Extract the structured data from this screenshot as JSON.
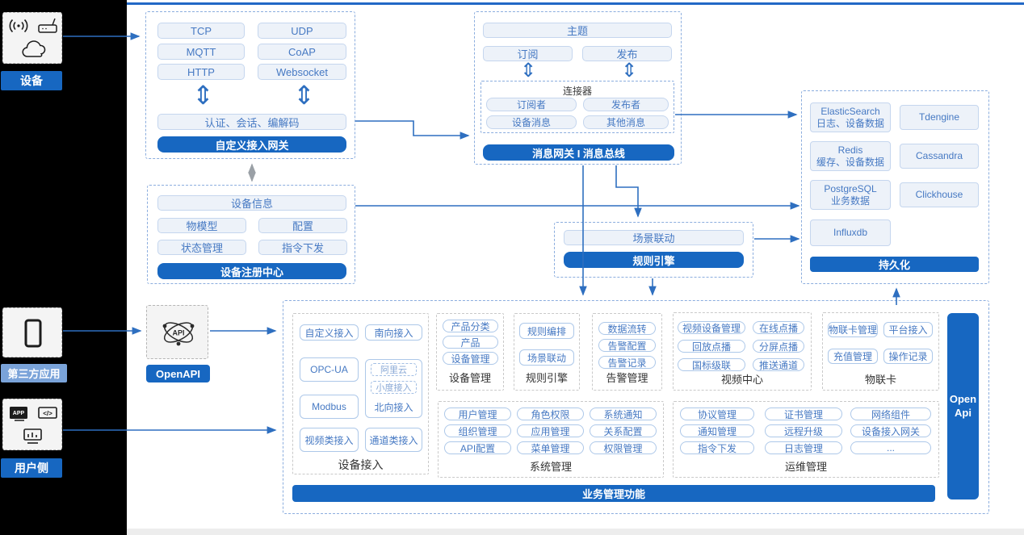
{
  "colors": {
    "accent_blue": "#1767c1",
    "light_badge_blue": "#7aa3d9",
    "arrow_blue": "#2e6fc0",
    "button_text_blue": "#4679c3",
    "dashed_blue": "#8badde"
  },
  "left_rail": {
    "device": "设备",
    "third_party": "第三方应用",
    "user": "用户侧"
  },
  "openapi_label": "OpenAPI",
  "gateway": {
    "protocols": [
      "TCP",
      "UDP",
      "MQTT",
      "CoAP",
      "HTTP",
      "Websocket"
    ],
    "codec": "认证、会话、编解码",
    "title": "自定义接入网关"
  },
  "msgbus": {
    "topic": "主题",
    "subscribe": "订阅",
    "publish": "发布",
    "connector_title": "连接器",
    "connector_items": [
      "订阅者",
      "发布者",
      "设备消息",
      "其他消息"
    ],
    "title": "消息网关 I 消息总线"
  },
  "registry": {
    "device_info": "设备信息",
    "items": [
      "物模型",
      "配置",
      "状态管理",
      "指令下发"
    ],
    "title": "设备注册中心"
  },
  "rule_engine_mid": {
    "scene": "场景联动",
    "title": "规则引擎"
  },
  "persistence": {
    "stores": [
      {
        "name": "ElasticSearch",
        "desc": "日志、设备数据"
      },
      {
        "name": "Tdengine",
        "desc": ""
      },
      {
        "name": "Redis",
        "desc": "缓存、设备数据"
      },
      {
        "name": "Cassandra",
        "desc": ""
      },
      {
        "name": "PostgreSQL",
        "desc": "业务数据"
      },
      {
        "name": "Clickhouse",
        "desc": ""
      },
      {
        "name": "Influxdb",
        "desc": ""
      }
    ],
    "title": "持久化"
  },
  "business": {
    "title": "业务管理功能",
    "open_api_line1": "Open",
    "open_api_line2": "Api",
    "device_access": {
      "label": "设备接入",
      "custom": "自定义接入",
      "south": "南向接入",
      "opcua": "OPC-UA",
      "aliyun": "阿里云",
      "xiaodu": "小度接入",
      "north": "北向接入",
      "modbus": "Modbus",
      "video": "视频类接入",
      "channel": "通道类接入"
    },
    "device_mgmt": {
      "label": "设备管理",
      "items": [
        "产品分类",
        "产品",
        "设备管理"
      ]
    },
    "rule_engine": {
      "label": "规则引擎",
      "items": [
        "规则编排",
        "场景联动"
      ]
    },
    "alarm": {
      "label": "告警管理",
      "items": [
        "数据流转",
        "告警配置",
        "告警记录"
      ]
    },
    "video_center": {
      "label": "视频中心",
      "items": [
        "视频设备管理",
        "在线点播",
        "回放点播",
        "分屏点播",
        "国标级联",
        "推送通道"
      ]
    },
    "iot_card": {
      "label": "物联卡",
      "items": [
        "物联卡管理",
        "平台接入",
        "充值管理",
        "操作记录"
      ]
    },
    "system": {
      "label": "系统管理",
      "items": [
        "用户管理",
        "角色权限",
        "系统通知",
        "组织管理",
        "应用管理",
        "关系配置",
        "API配置",
        "菜单管理",
        "权限管理"
      ]
    },
    "ops": {
      "label": "运维管理",
      "items": [
        "协议管理",
        "证书管理",
        "网络组件",
        "通知管理",
        "远程升级",
        "设备接入网关",
        "指令下发",
        "日志管理",
        "..."
      ]
    }
  }
}
